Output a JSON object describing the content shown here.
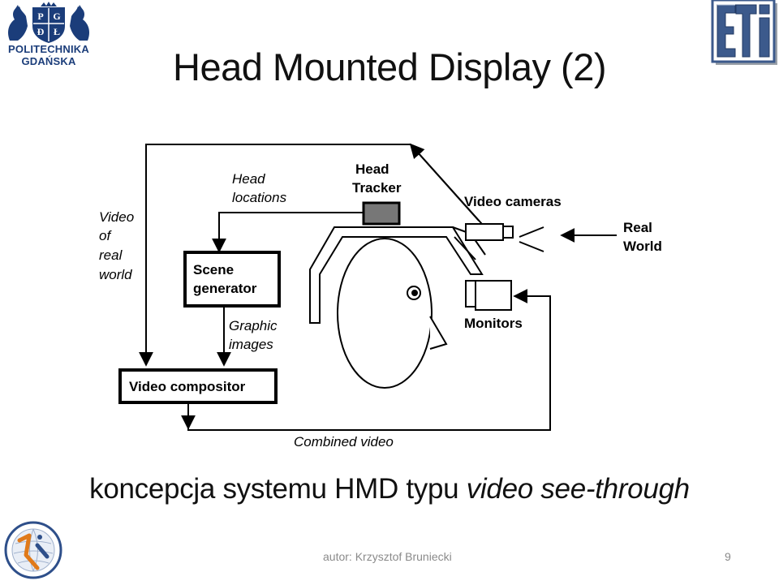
{
  "header": {
    "university": {
      "line1": "POLITECHNIKA",
      "line2": "GDAŃSKA",
      "shield_letters": [
        "P",
        "G",
        "Ð",
        "Ł"
      ]
    },
    "faculty_logo": "ETI"
  },
  "slide": {
    "title": "Head Mounted Display (2)",
    "subtitle_plain": "koncepcja systemu HMD typu ",
    "subtitle_italic": "video see-through"
  },
  "diagram": {
    "head_tracker": [
      "Head",
      "Tracker"
    ],
    "video_cameras": "Video cameras",
    "real_world": [
      "Real",
      "World"
    ],
    "head_locations": [
      "Head",
      "locations"
    ],
    "video_of_real_world": [
      "Video",
      "of",
      "real",
      "world"
    ],
    "scene_generator": [
      "Scene",
      "generator"
    ],
    "graphic_images": [
      "Graphic",
      "images"
    ],
    "monitors": "Monitors",
    "video_compositor": "Video compositor",
    "combined_video": "Combined video"
  },
  "footer": {
    "author": "autor: Krzysztof Bruniecki",
    "page_number": "9"
  }
}
